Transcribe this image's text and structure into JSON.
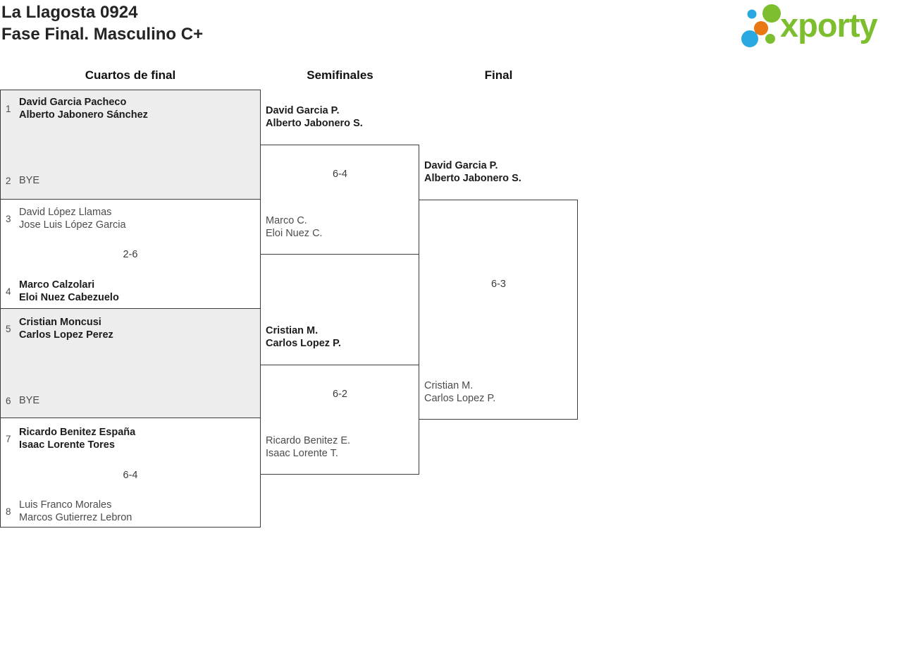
{
  "title": {
    "line1": "La Llagosta 0924",
    "line2": "Fase Final. Masculino C+"
  },
  "logo": {
    "wordmark": "xporty",
    "colors": {
      "green": "#7dbe2e",
      "blue": "#29a9e0",
      "orange": "#e97712"
    }
  },
  "columns": {
    "quarterfinals": "Cuartos de final",
    "semifinals": "Semifinales",
    "final": "Final"
  },
  "quarterfinals": [
    {
      "top": {
        "seed": "1",
        "players": [
          "David Garcia Pacheco",
          "Alberto Jabonero Sánchez"
        ],
        "winner": true
      },
      "bottom": {
        "seed": "2",
        "players": [
          "BYE"
        ],
        "winner": false
      },
      "score": ""
    },
    {
      "top": {
        "seed": "3",
        "players": [
          "David López Llamas",
          "Jose Luis López Garcia"
        ],
        "winner": false
      },
      "bottom": {
        "seed": "4",
        "players": [
          "Marco Calzolari",
          "Eloi Nuez Cabezuelo"
        ],
        "winner": true
      },
      "score": "2-6"
    },
    {
      "top": {
        "seed": "5",
        "players": [
          "Cristian Moncusi",
          "Carlos Lopez Perez"
        ],
        "winner": true
      },
      "bottom": {
        "seed": "6",
        "players": [
          "BYE"
        ],
        "winner": false
      },
      "score": ""
    },
    {
      "top": {
        "seed": "7",
        "players": [
          "Ricardo Benitez España",
          "Isaac Lorente Tores"
        ],
        "winner": true
      },
      "bottom": {
        "seed": "8",
        "players": [
          "Luis Franco Morales",
          "Marcos Gutierrez Lebron"
        ],
        "winner": false
      },
      "score": "6-4"
    }
  ],
  "semifinals": [
    {
      "top": {
        "players": [
          "David Garcia P.",
          "Alberto Jabonero S."
        ],
        "winner": true
      },
      "bottom": {
        "players": [
          "Marco C.",
          "Eloi Nuez C."
        ],
        "winner": false
      },
      "score": "6-4"
    },
    {
      "top": {
        "players": [
          "Cristian M.",
          "Carlos Lopez P."
        ],
        "winner": true
      },
      "bottom": {
        "players": [
          "Ricardo Benitez E.",
          "Isaac Lorente T."
        ],
        "winner": false
      },
      "score": "6-2"
    }
  ],
  "final": {
    "top": {
      "players": [
        "David Garcia P.",
        "Alberto Jabonero S."
      ],
      "winner": true
    },
    "bottom": {
      "players": [
        "Cristian M.",
        "Carlos Lopez P."
      ],
      "winner": false
    },
    "score": "6-3"
  }
}
